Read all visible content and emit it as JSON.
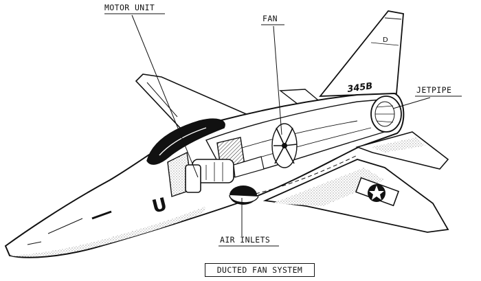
{
  "labels": {
    "motor_unit": "MOTOR UNIT",
    "fan": "FAN",
    "jetpipe": "JETPIPE",
    "air_inlets": "AIR INLETS"
  },
  "aircraft": {
    "tail_code": "345B",
    "fin_letter": "D",
    "fuselage_marking": "U"
  },
  "caption": "DUCTED FAN SYSTEM"
}
